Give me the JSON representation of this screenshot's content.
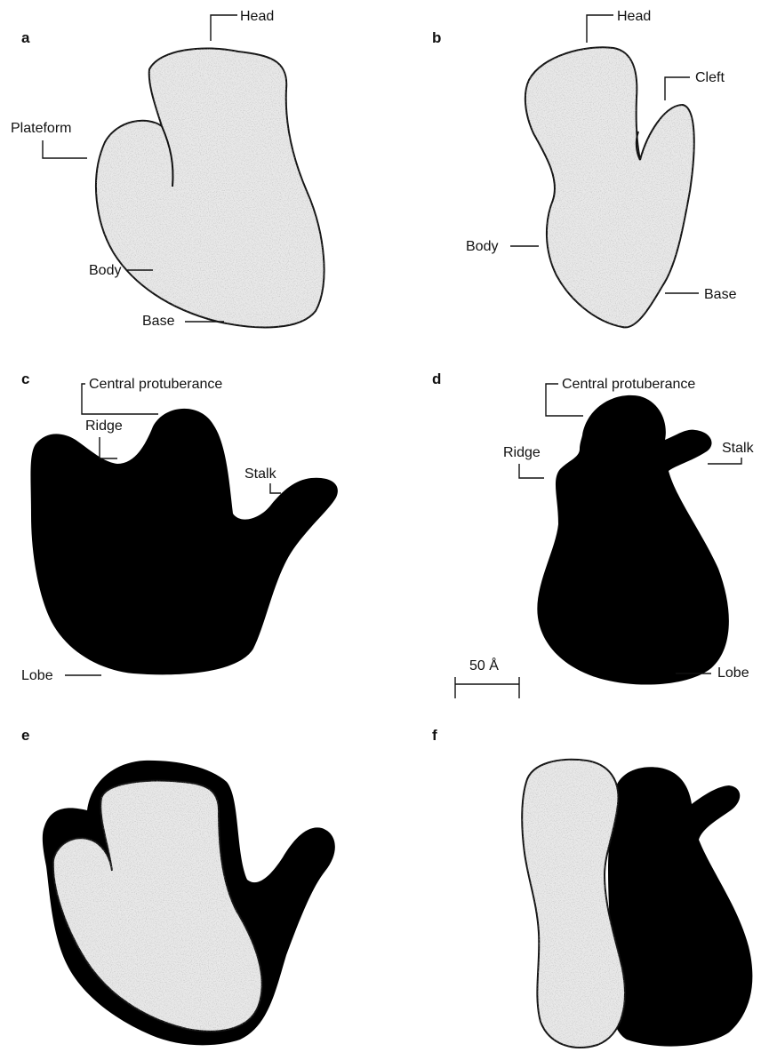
{
  "panels": {
    "a": {
      "letter": "a",
      "labels": {
        "head": "Head",
        "plateform": "Plateform",
        "body": "Body",
        "base": "Base"
      }
    },
    "b": {
      "letter": "b",
      "labels": {
        "head": "Head",
        "cleft": "Cleft",
        "body": "Body",
        "base": "Base"
      }
    },
    "c": {
      "letter": "c",
      "labels": {
        "central_protuberance": "Central protuberance",
        "ridge": "Ridge",
        "stalk": "Stalk",
        "lobe": "Lobe"
      }
    },
    "d": {
      "letter": "d",
      "labels": {
        "central_protuberance": "Central protuberance",
        "ridge": "Ridge",
        "stalk": "Stalk",
        "lobe": "Lobe"
      }
    },
    "e": {
      "letter": "e"
    },
    "f": {
      "letter": "f"
    }
  },
  "scale_bar": {
    "label": "50 Å"
  },
  "colors": {
    "small_subunit_fill": "#e9e9e9",
    "large_subunit_fill": "#000000",
    "ink": "#111111"
  }
}
